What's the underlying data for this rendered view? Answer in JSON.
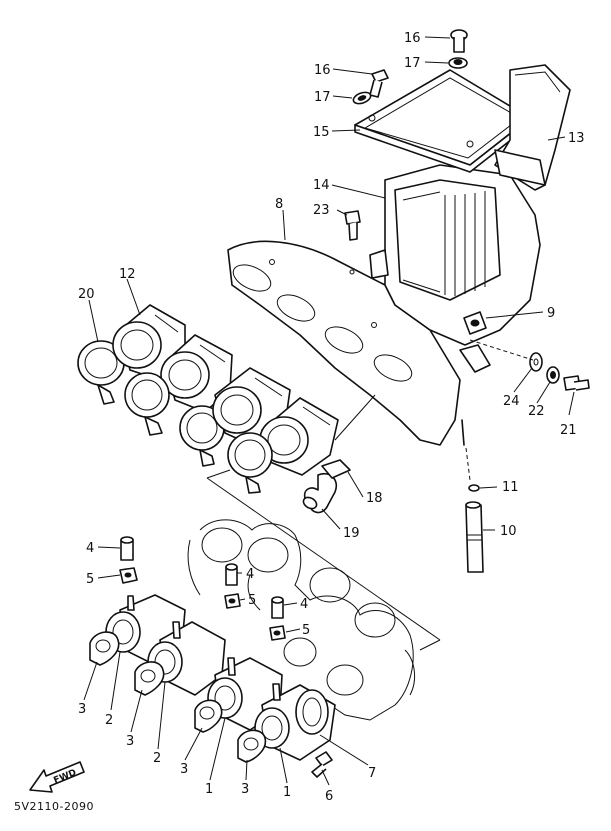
{
  "drawing_code": "5V2110-2090",
  "direction_label": "FWD",
  "callouts": [
    "1",
    "1",
    "2",
    "2",
    "3",
    "3",
    "3",
    "3",
    "4",
    "4",
    "4",
    "5",
    "5",
    "5",
    "6",
    "7",
    "8",
    "9",
    "10",
    "11",
    "12",
    "13",
    "14",
    "15",
    "16",
    "16",
    "17",
    "17",
    "18",
    "19",
    "20",
    "21",
    "22",
    "23",
    "24"
  ]
}
